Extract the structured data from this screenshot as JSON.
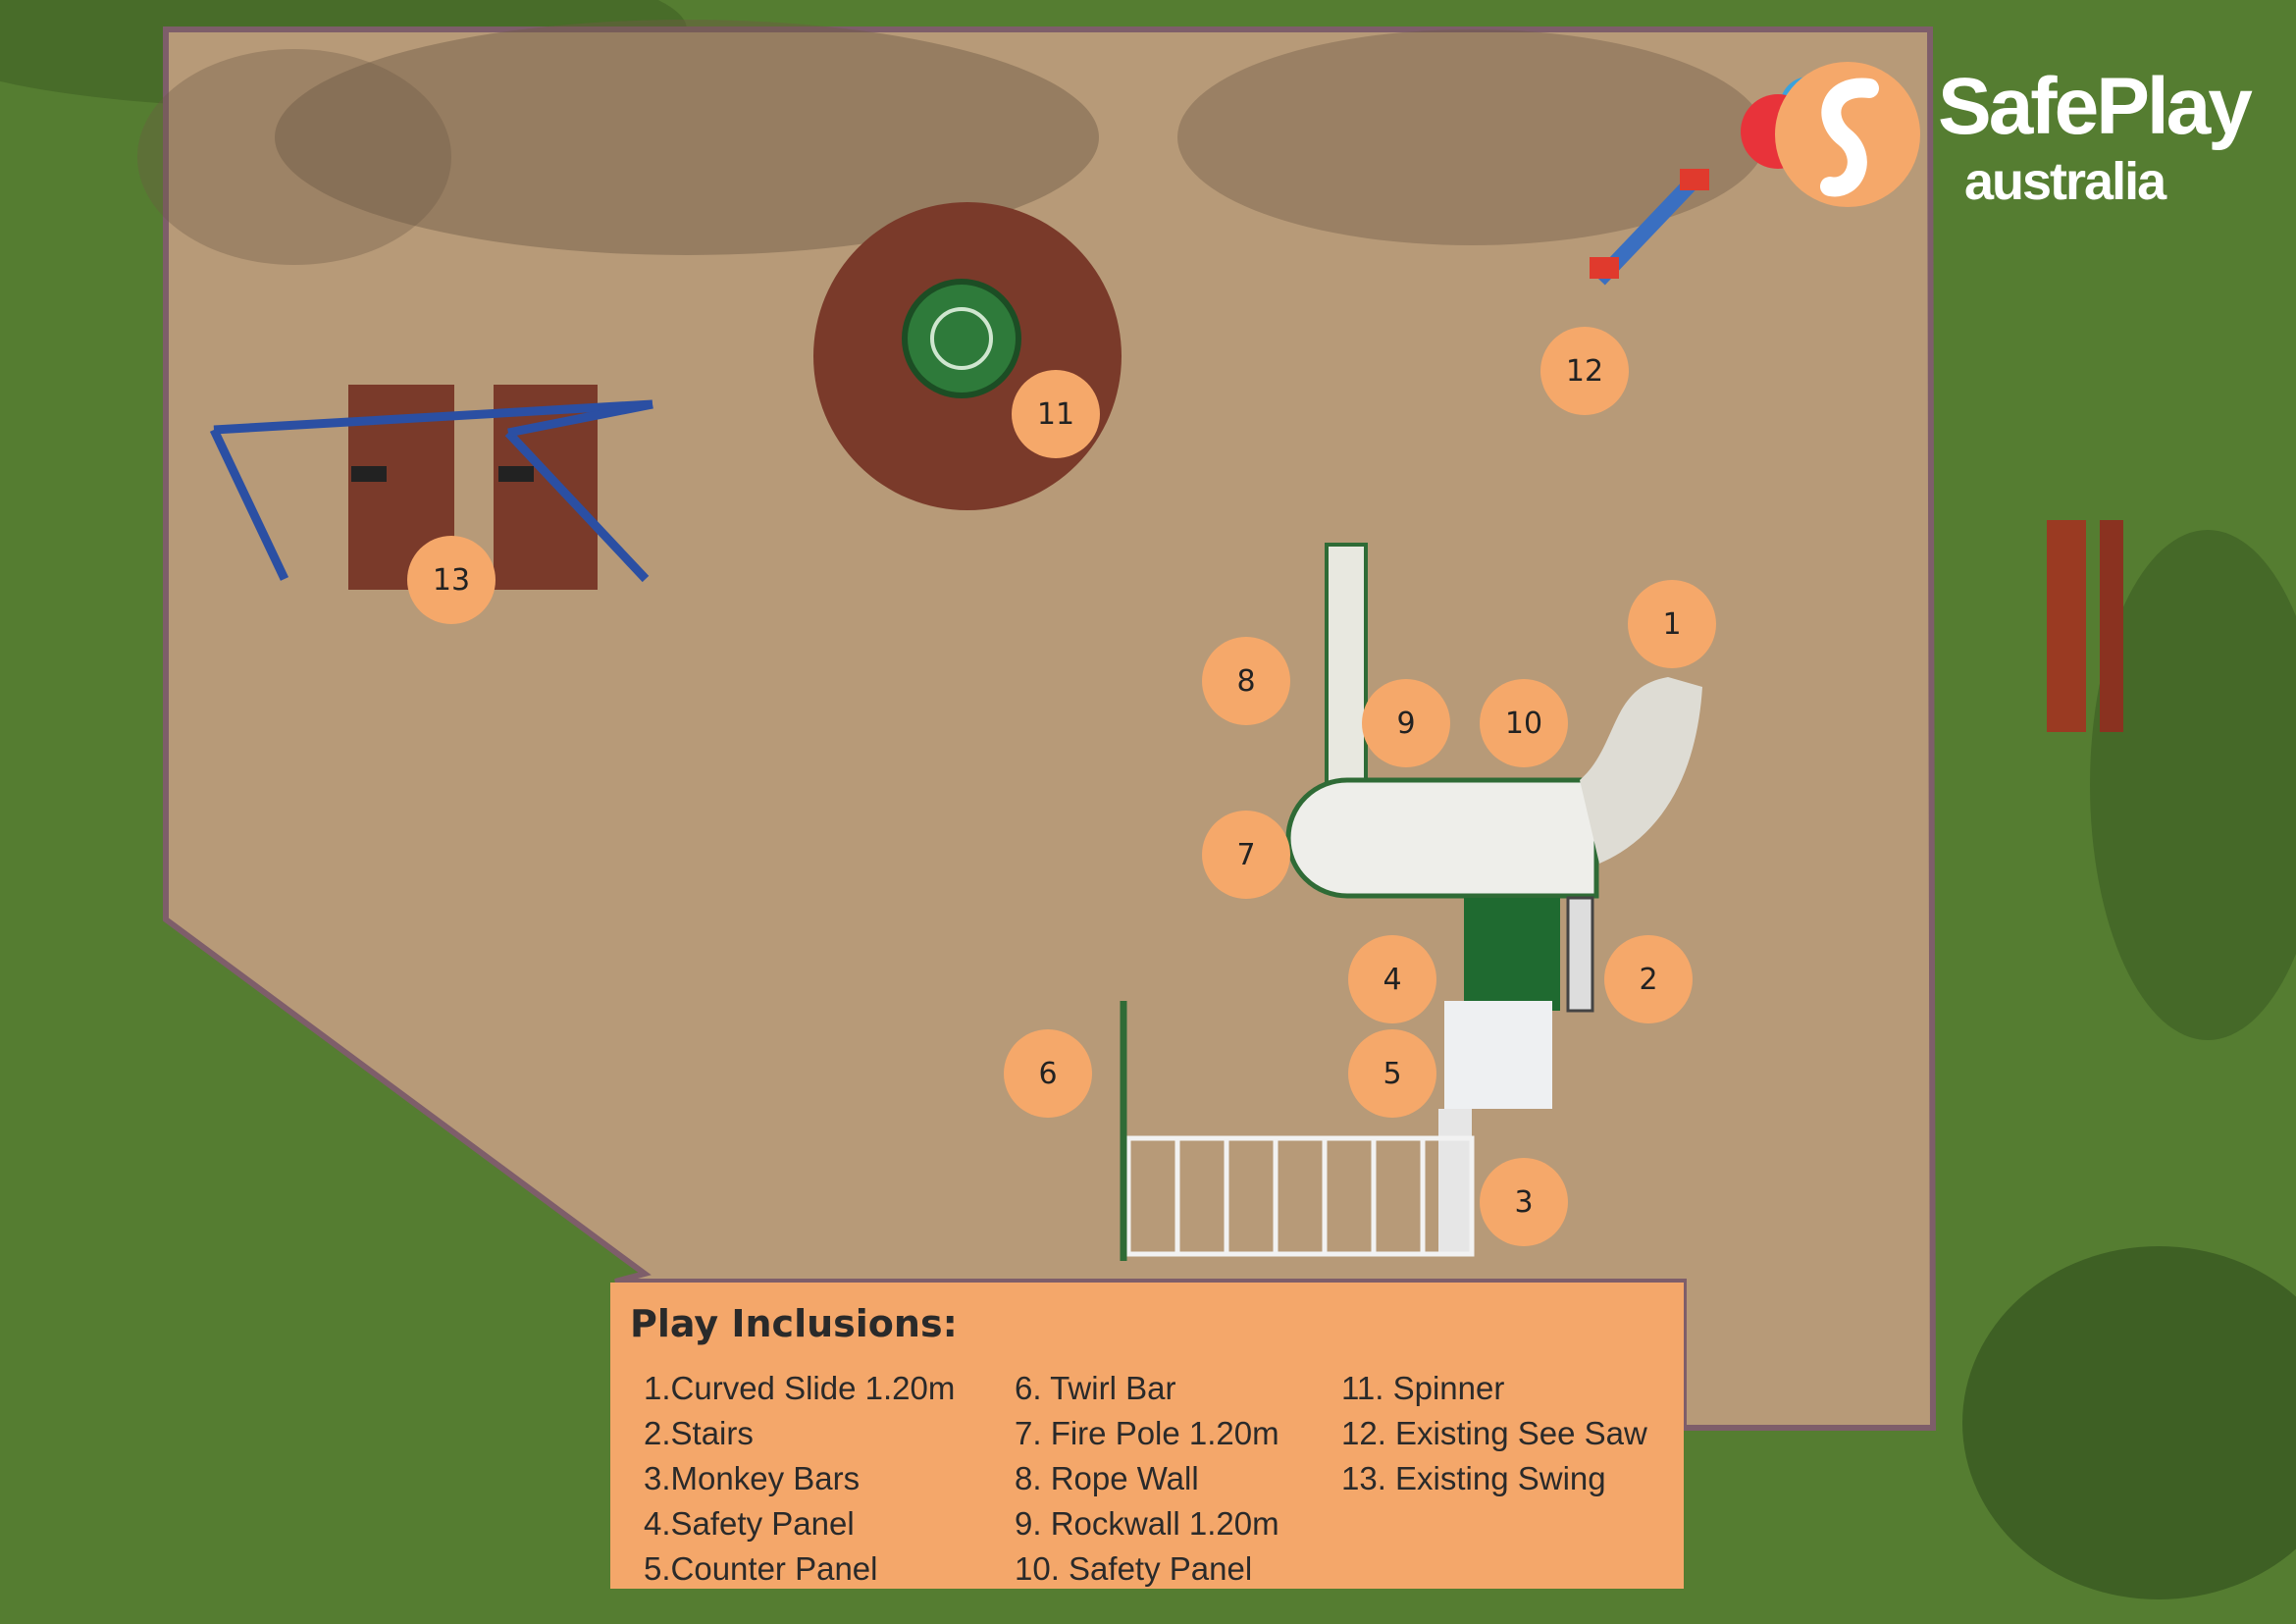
{
  "logo": {
    "name": "SafePlay",
    "sub": "australia",
    "colors": {
      "orange": "#f5a86a",
      "red": "#e8333a",
      "blue": "#3aa2dd"
    }
  },
  "markers": [
    {
      "n": "1"
    },
    {
      "n": "2"
    },
    {
      "n": "3"
    },
    {
      "n": "4"
    },
    {
      "n": "5"
    },
    {
      "n": "6"
    },
    {
      "n": "7"
    },
    {
      "n": "8"
    },
    {
      "n": "9"
    },
    {
      "n": "10"
    },
    {
      "n": "11"
    },
    {
      "n": "12"
    },
    {
      "n": "13"
    }
  ],
  "legend": {
    "title": "Play Inclusions:",
    "items": [
      "1.Curved Slide 1.20m",
      "2.Stairs",
      "3.Monkey Bars",
      "4.Safety Panel",
      "5.Counter Panel",
      "6. Twirl Bar",
      "7. Fire Pole 1.20m",
      "8. Rope Wall",
      "9. Rockwall 1.20m",
      "10. Safety Panel",
      "11. Spinner",
      "12. Existing See Saw",
      "13. Existing Swing"
    ]
  }
}
